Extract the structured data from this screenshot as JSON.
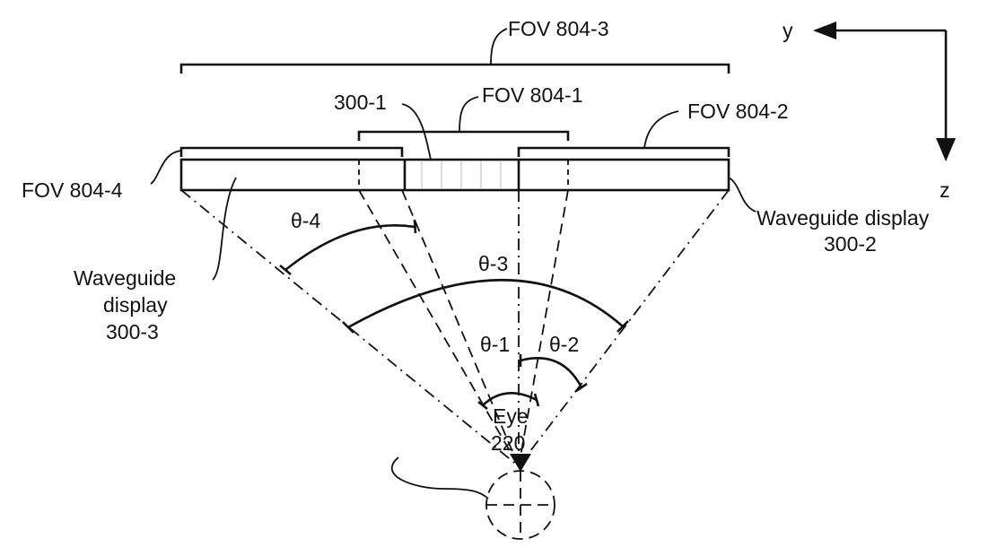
{
  "labels": {
    "fov_804_3": "FOV 804-3",
    "fov_804_1": "FOV 804-1",
    "fov_804_2": "FOV 804-2",
    "fov_804_4": "FOV 804-4",
    "display_300_1": "300-1",
    "axis_y": "y",
    "axis_z": "z",
    "waveguide_300_2_line1": "Waveguide display",
    "waveguide_300_2_line2": "300-2",
    "waveguide_300_3_line1": "Waveguide",
    "waveguide_300_3_line2": "display",
    "waveguide_300_3_line3": "300-3",
    "theta_4": "θ-4",
    "theta_3": "θ-3",
    "theta_1": "θ-1",
    "theta_2": "θ-2",
    "eye_line1": "Eye",
    "eye_line2": "220"
  },
  "colors": {
    "line": "#111111",
    "panel_fill": "#f2f2f2",
    "background": "#ffffff"
  }
}
